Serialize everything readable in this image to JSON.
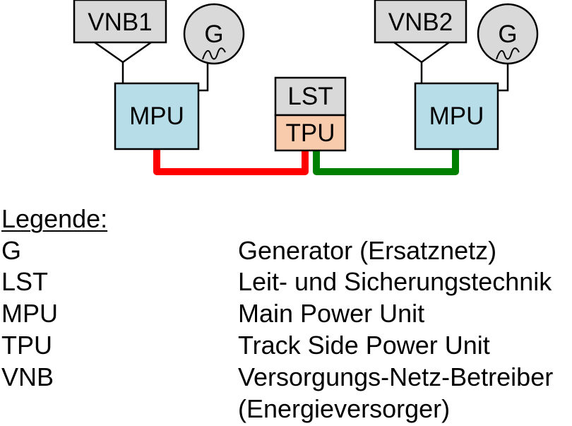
{
  "diagram": {
    "nodes": {
      "vnb1": {
        "label": "VNB1"
      },
      "vnb2": {
        "label": "VNB2"
      },
      "gen1": {
        "label": "G"
      },
      "gen2": {
        "label": "G"
      },
      "mpu1": {
        "label": "MPU"
      },
      "mpu2": {
        "label": "MPU"
      },
      "lst": {
        "label": "LST"
      },
      "tpu": {
        "label": "TPU"
      }
    },
    "connections": [
      {
        "from": "vnb1",
        "to": "mpu1",
        "style": "thin"
      },
      {
        "from": "gen1",
        "to": "mpu1",
        "style": "thin"
      },
      {
        "from": "vnb2",
        "to": "mpu2",
        "style": "thin"
      },
      {
        "from": "gen2",
        "to": "mpu2",
        "style": "thin"
      },
      {
        "from": "mpu1",
        "to": "tpu",
        "style": "thick",
        "color": "#ff0000"
      },
      {
        "from": "tpu",
        "to": "mpu2",
        "style": "thick",
        "color": "#008000"
      }
    ],
    "colors": {
      "vnb_fill": "#d9d9d9",
      "generator_fill": "#d9d9d9",
      "mpu_fill": "#b7dde8",
      "lst_fill": "#d9d9d9",
      "tpu_fill": "#f8cbad",
      "red_line": "#ff0000",
      "green_line": "#008000"
    }
  },
  "legend": {
    "title": "Legende:",
    "items": [
      {
        "key": "G",
        "value": "Generator (Ersatznetz)"
      },
      {
        "key": "LST",
        "value": "Leit- und Sicherungstechnik"
      },
      {
        "key": "MPU",
        "value": "Main Power Unit"
      },
      {
        "key": "TPU",
        "value": "Track Side Power Unit"
      },
      {
        "key": "VNB",
        "value": "Versorgungs-Netz-Betreiber"
      },
      {
        "key": "",
        "value": "(Energieversorger)"
      }
    ]
  }
}
